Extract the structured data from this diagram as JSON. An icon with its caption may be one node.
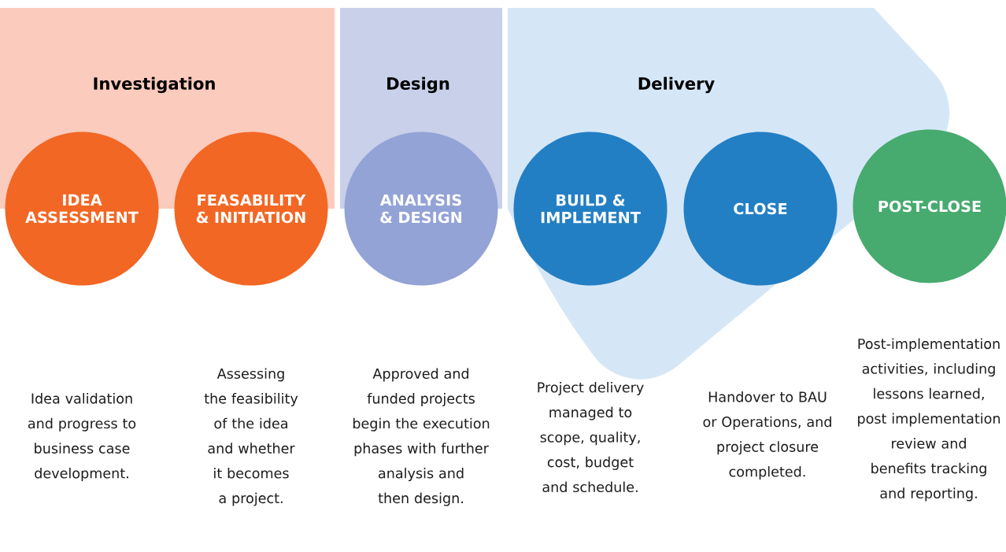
{
  "diagram": {
    "nodes": [
      {
        "text": [
          "Investigation"
        ]
      },
      {
        "text": [
          "Design"
        ]
      },
      {
        "text": [
          "Delivery"
        ]
      },
      {
        "text": [
          "IDEA ASSESSMENT"
        ]
      },
      {
        "text": [
          "FEASABILITY & INITIATION"
        ]
      },
      {
        "text": [
          "ANALYSIS & DESIGN"
        ]
      },
      {
        "text": [
          "BUILD & IMPLEMENT"
        ],
        "in": 2
      },
      {
        "text": [
          "CLOSE"
        ],
        "in": 2
      },
      {
        "text": [
          "POST-CLOSE"
        ]
      }
    ],
    "labels": [
      "Idea validation and progress to business case development.",
      "Assessing the feasibility of the idea and whether it becomes a project.",
      "Approved and funded projects begin the execution phases with further analysis and then design.",
      "Project delivery managed to scope, quality, cost, budget and schedule.",
      "Handover to BAU or Operations, and project closure completed.",
      "Post-implementation activities, including lessons learned, post implementation review and benefits tracking and reporting."
    ]
  }
}
